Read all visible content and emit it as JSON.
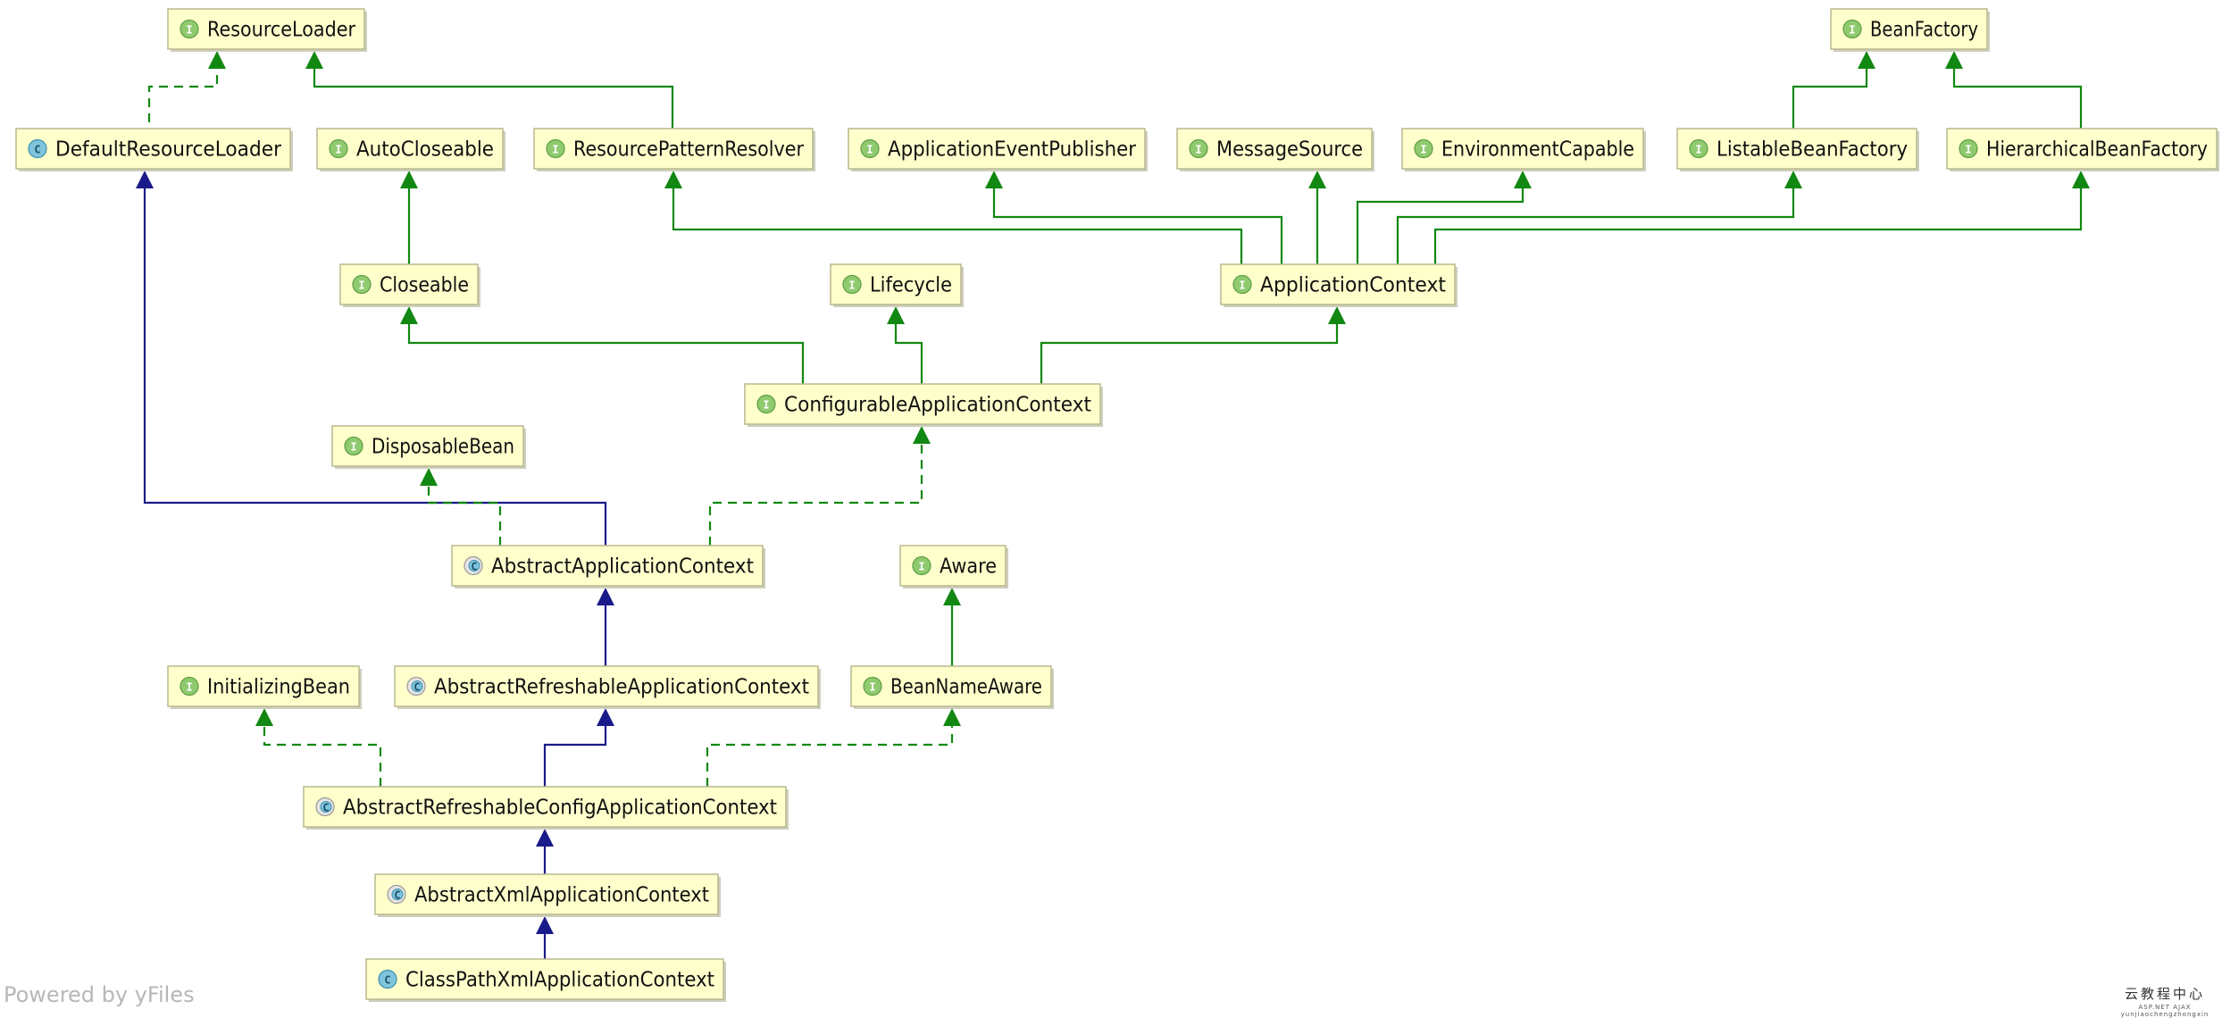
{
  "diagram": {
    "nodes": [
      {
        "id": "ResourceLoader",
        "label": "ResourceLoader",
        "kind": "interface"
      },
      {
        "id": "BeanFactory",
        "label": "BeanFactory",
        "kind": "interface"
      },
      {
        "id": "DefaultResourceLoader",
        "label": "DefaultResourceLoader",
        "kind": "class"
      },
      {
        "id": "AutoCloseable",
        "label": "AutoCloseable",
        "kind": "interface"
      },
      {
        "id": "ResourcePatternResolver",
        "label": "ResourcePatternResolver",
        "kind": "interface"
      },
      {
        "id": "ApplicationEventPublisher",
        "label": "ApplicationEventPublisher",
        "kind": "interface"
      },
      {
        "id": "MessageSource",
        "label": "MessageSource",
        "kind": "interface"
      },
      {
        "id": "EnvironmentCapable",
        "label": "EnvironmentCapable",
        "kind": "interface"
      },
      {
        "id": "ListableBeanFactory",
        "label": "ListableBeanFactory",
        "kind": "interface"
      },
      {
        "id": "HierarchicalBeanFactory",
        "label": "HierarchicalBeanFactory",
        "kind": "interface"
      },
      {
        "id": "Closeable",
        "label": "Closeable",
        "kind": "interface"
      },
      {
        "id": "Lifecycle",
        "label": "Lifecycle",
        "kind": "interface"
      },
      {
        "id": "ApplicationContext",
        "label": "ApplicationContext",
        "kind": "interface"
      },
      {
        "id": "ConfigurableApplicationContext",
        "label": "ConfigurableApplicationContext",
        "kind": "interface"
      },
      {
        "id": "DisposableBean",
        "label": "DisposableBean",
        "kind": "interface"
      },
      {
        "id": "AbstractApplicationContext",
        "label": "AbstractApplicationContext",
        "kind": "abstract"
      },
      {
        "id": "Aware",
        "label": "Aware",
        "kind": "interface"
      },
      {
        "id": "InitializingBean",
        "label": "InitializingBean",
        "kind": "interface"
      },
      {
        "id": "AbstractRefreshableApplicationContext",
        "label": "AbstractRefreshableApplicationContext",
        "kind": "abstract"
      },
      {
        "id": "BeanNameAware",
        "label": "BeanNameAware",
        "kind": "interface"
      },
      {
        "id": "AbstractRefreshableConfigApplicationContext",
        "label": "AbstractRefreshableConfigApplicationContext",
        "kind": "abstract"
      },
      {
        "id": "AbstractXmlApplicationContext",
        "label": "AbstractXmlApplicationContext",
        "kind": "abstract"
      },
      {
        "id": "ClassPathXmlApplicationContext",
        "label": "ClassPathXmlApplicationContext",
        "kind": "class"
      }
    ],
    "edges": [
      {
        "from": "DefaultResourceLoader",
        "to": "ResourceLoader",
        "relation": "implements"
      },
      {
        "from": "ResourcePatternResolver",
        "to": "ResourceLoader",
        "relation": "interface-extends"
      },
      {
        "from": "ListableBeanFactory",
        "to": "BeanFactory",
        "relation": "interface-extends"
      },
      {
        "from": "HierarchicalBeanFactory",
        "to": "BeanFactory",
        "relation": "interface-extends"
      },
      {
        "from": "Closeable",
        "to": "AutoCloseable",
        "relation": "interface-extends"
      },
      {
        "from": "ApplicationContext",
        "to": "ResourcePatternResolver",
        "relation": "interface-extends"
      },
      {
        "from": "ApplicationContext",
        "to": "ApplicationEventPublisher",
        "relation": "interface-extends"
      },
      {
        "from": "ApplicationContext",
        "to": "MessageSource",
        "relation": "interface-extends"
      },
      {
        "from": "ApplicationContext",
        "to": "EnvironmentCapable",
        "relation": "interface-extends"
      },
      {
        "from": "ApplicationContext",
        "to": "ListableBeanFactory",
        "relation": "interface-extends"
      },
      {
        "from": "ApplicationContext",
        "to": "HierarchicalBeanFactory",
        "relation": "interface-extends"
      },
      {
        "from": "ConfigurableApplicationContext",
        "to": "Closeable",
        "relation": "interface-extends"
      },
      {
        "from": "ConfigurableApplicationContext",
        "to": "Lifecycle",
        "relation": "interface-extends"
      },
      {
        "from": "ConfigurableApplicationContext",
        "to": "ApplicationContext",
        "relation": "interface-extends"
      },
      {
        "from": "AbstractApplicationContext",
        "to": "DefaultResourceLoader",
        "relation": "extends"
      },
      {
        "from": "AbstractApplicationContext",
        "to": "DisposableBean",
        "relation": "implements"
      },
      {
        "from": "AbstractApplicationContext",
        "to": "ConfigurableApplicationContext",
        "relation": "implements"
      },
      {
        "from": "AbstractRefreshableApplicationContext",
        "to": "AbstractApplicationContext",
        "relation": "extends"
      },
      {
        "from": "BeanNameAware",
        "to": "Aware",
        "relation": "interface-extends"
      },
      {
        "from": "AbstractRefreshableConfigApplicationContext",
        "to": "InitializingBean",
        "relation": "implements"
      },
      {
        "from": "AbstractRefreshableConfigApplicationContext",
        "to": "AbstractRefreshableApplicationContext",
        "relation": "extends"
      },
      {
        "from": "AbstractRefreshableConfigApplicationContext",
        "to": "BeanNameAware",
        "relation": "implements"
      },
      {
        "from": "AbstractXmlApplicationContext",
        "to": "AbstractRefreshableConfigApplicationContext",
        "relation": "extends"
      },
      {
        "from": "ClassPathXmlApplicationContext",
        "to": "AbstractXmlApplicationContext",
        "relation": "extends"
      }
    ],
    "colors": {
      "node_fill": "#ffffcc",
      "interface_edge": "#118811",
      "class_edge": "#1a1a8a",
      "interface_badge": "#8fca6f",
      "class_badge": "#7fc4dc"
    },
    "badge_letters": {
      "interface": "I",
      "class": "C",
      "abstract": "C"
    }
  },
  "watermarks": {
    "left": "Powered by yFiles",
    "right": "云教程中心",
    "right_sub": "ASP.NET AJAX  yunjiaochengzhongxin"
  }
}
